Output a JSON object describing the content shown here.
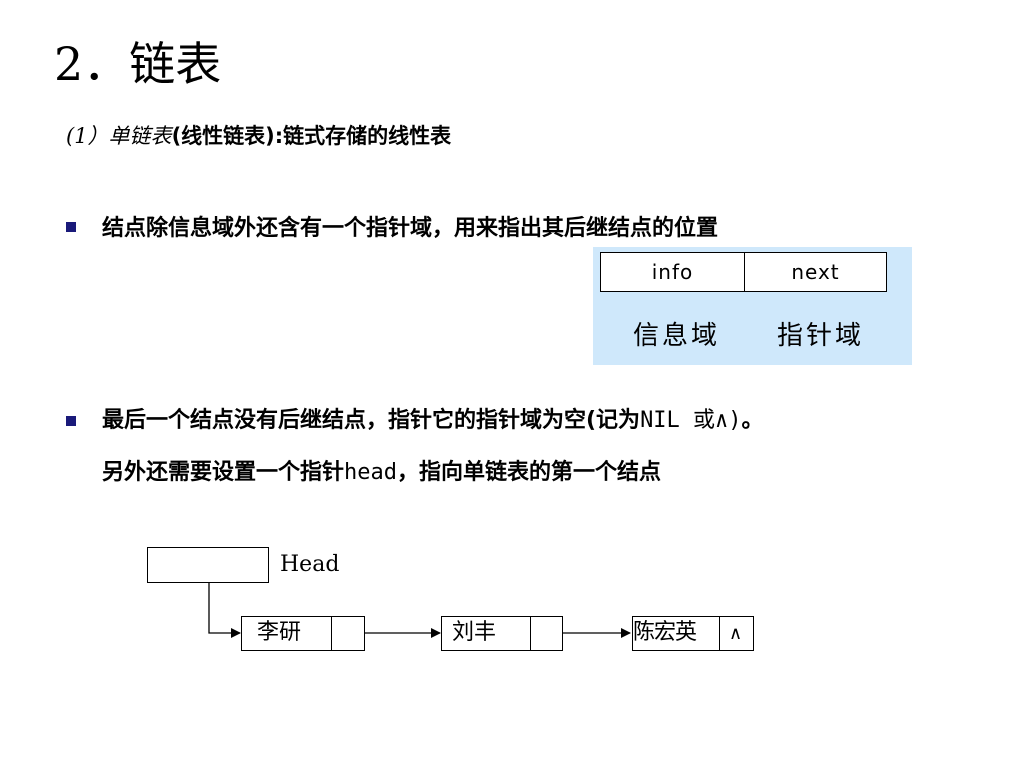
{
  "slide": {
    "title": "2．链表",
    "subtitle_italic": "(1）单链表",
    "subtitle_rest": "(线性链表):链式存储的线性表",
    "bullets": [
      {
        "text": "结点除信息域外还含有一个指针域，用来指出其后继结点的位置"
      },
      {
        "line1_a": "最后一个结点没有后继结点，指针它的指针域为空(记为",
        "line1_code": "NIL 或∧)",
        "line1_b": "。",
        "line2_a": "另外还需要设置一个指针",
        "line2_code": "head",
        "line2_b": "，指向单链表的第一个结点"
      }
    ]
  },
  "node_structure": {
    "fields": [
      "info",
      "next"
    ],
    "captions": [
      "信息域",
      "指针域"
    ],
    "background_color": "#cfe8fb"
  },
  "linked_list_diagram": {
    "head_label": "Head",
    "nodes": [
      {
        "info": "李研",
        "next": "•"
      },
      {
        "info": "刘丰",
        "next": "•"
      },
      {
        "info": "陈宏英",
        "next": "∧"
      }
    ]
  }
}
